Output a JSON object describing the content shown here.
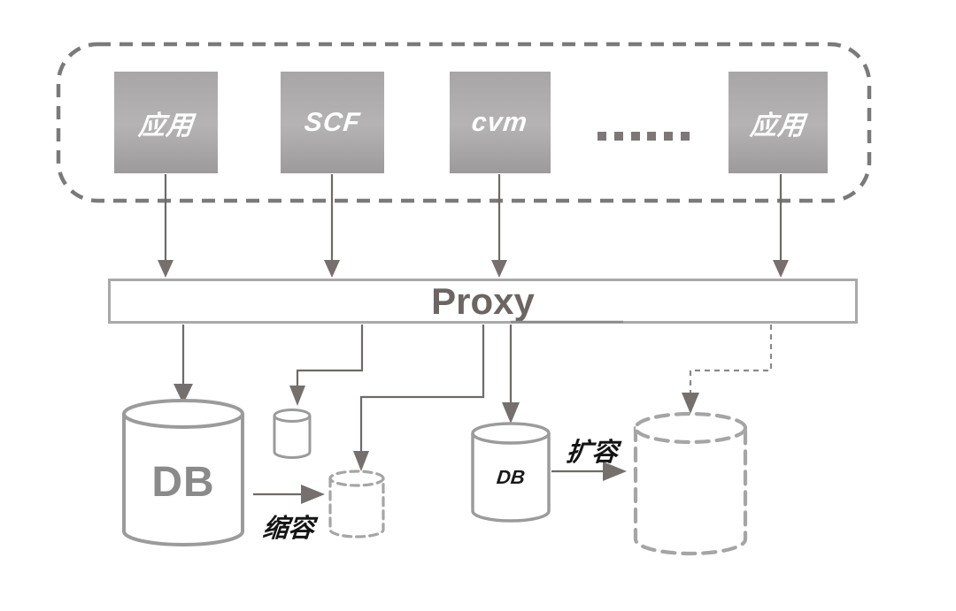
{
  "clients": {
    "items": [
      {
        "label": "应用"
      },
      {
        "label": "SCF"
      },
      {
        "label": "cvm"
      },
      {
        "label": "应用"
      }
    ],
    "ellipsis_dot_count": 6
  },
  "proxy": {
    "label": "Proxy"
  },
  "storage": {
    "big_db_label": "DB",
    "medium_db_label": "DB"
  },
  "annotations": {
    "scale_in_label": "缩容",
    "scale_out_label": "扩容"
  },
  "colors": {
    "client_box_gray": "#a8a6a6",
    "connector_gray": "#6e6a68",
    "arrowhead_gray": "#75706e",
    "proxy_border_gray": "#a9a9a9",
    "proxy_text_gray": "#6b6663",
    "cylinder_stroke_gray": "#9b9b9b",
    "dashed_stroke_gray": "#a5a5a5",
    "container_dash_gray": "#7a7a7a",
    "db_text_gray": "#8a8a8a",
    "annotation_text_black": "#141414"
  }
}
